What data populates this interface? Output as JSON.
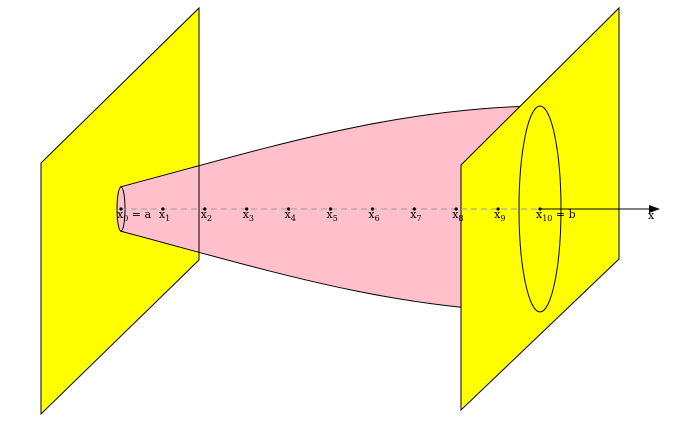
{
  "axis": {
    "label": "x"
  },
  "points": [
    {
      "name": "x",
      "sub": "0",
      "suffix": " = a"
    },
    {
      "name": "x",
      "sub": "1",
      "suffix": ""
    },
    {
      "name": "x",
      "sub": "2",
      "suffix": ""
    },
    {
      "name": "x",
      "sub": "3",
      "suffix": ""
    },
    {
      "name": "x",
      "sub": "4",
      "suffix": ""
    },
    {
      "name": "x",
      "sub": "5",
      "suffix": ""
    },
    {
      "name": "x",
      "sub": "6",
      "suffix": ""
    },
    {
      "name": "x",
      "sub": "7",
      "suffix": ""
    },
    {
      "name": "x",
      "sub": "8",
      "suffix": ""
    },
    {
      "name": "x",
      "sub": "9",
      "suffix": ""
    },
    {
      "name": "x",
      "sub": "10",
      "suffix": " = b"
    }
  ],
  "colors": {
    "plane": "#ffff00",
    "solid": "#ffc0cb",
    "stroke": "#000000",
    "axis_dash": "#9a9a9a"
  }
}
